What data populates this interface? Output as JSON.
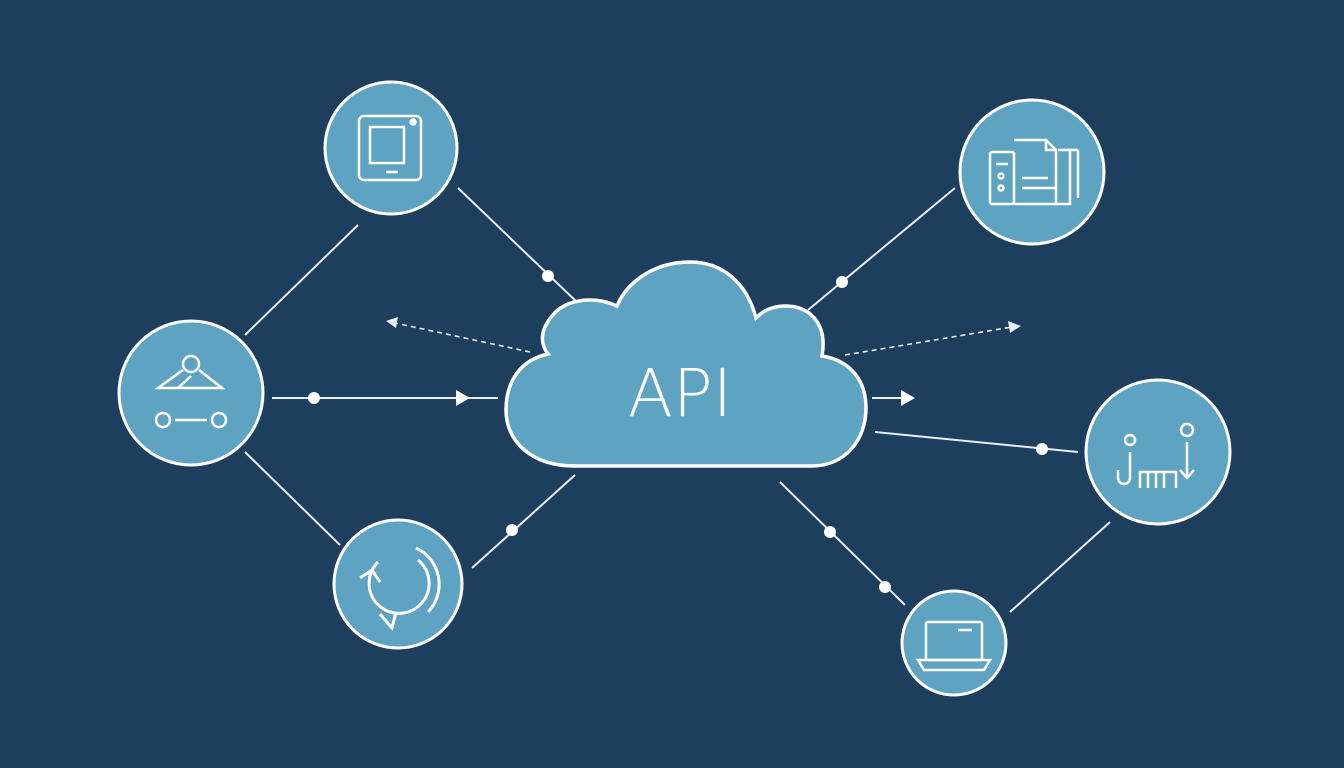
{
  "diagram": {
    "hub_label": "API",
    "colors": {
      "background": "#1e3e5d",
      "node_fill": "#5fa3c2",
      "stroke": "#ffffff",
      "line": "#e6eef4"
    },
    "nodes": [
      {
        "name": "tablet-node",
        "icon": "tablet-icon"
      },
      {
        "name": "document-node",
        "icon": "document-icon"
      },
      {
        "name": "network-node",
        "icon": "network-icon"
      },
      {
        "name": "hooks-node",
        "icon": "hooks-icon"
      },
      {
        "name": "refresh-node",
        "icon": "refresh-icon"
      },
      {
        "name": "laptop-node",
        "icon": "laptop-icon"
      }
    ]
  }
}
